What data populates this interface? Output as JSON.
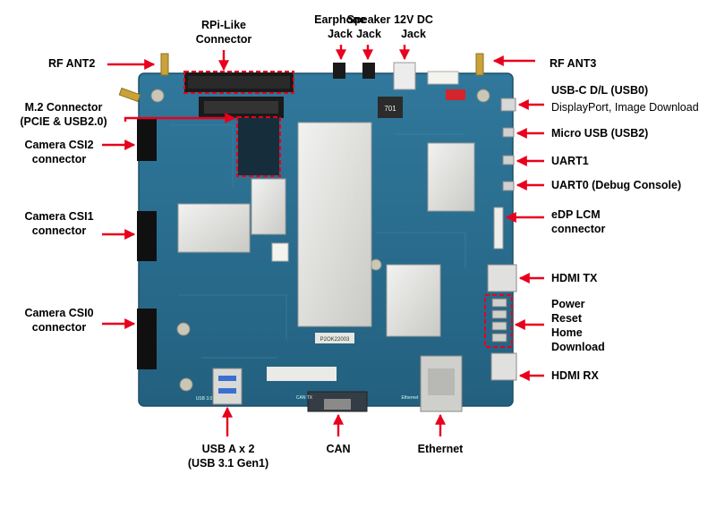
{
  "labels": {
    "rpi": [
      "RPi-Like",
      "Connector"
    ],
    "earphone": [
      "Earphone",
      "Jack"
    ],
    "speaker": [
      "Speaker",
      "Jack"
    ],
    "dc": [
      "12V DC",
      "Jack"
    ],
    "rf_ant2": "RF ANT2",
    "rf_ant3": "RF ANT3",
    "m2": [
      "M.2 Connector",
      "(PCIE & USB2.0)"
    ],
    "csi2": [
      "Camera CSI2",
      "connector"
    ],
    "csi1": [
      "Camera CSI1",
      "connector"
    ],
    "csi0": [
      "Camera CSI0",
      "connector"
    ],
    "usbc": [
      "USB-C D/L (USB0)",
      "DisplayPort, Image Download"
    ],
    "microusb": "Micro USB (USB2)",
    "uart1": "UART1",
    "uart0": "UART0 (Debug Console)",
    "edp": [
      "eDP LCM",
      "connector"
    ],
    "hdmi_tx": "HDMI TX",
    "buttons": [
      "Power",
      "Reset",
      "Home",
      "Download"
    ],
    "hdmi_rx": "HDMI RX",
    "usba": [
      "USB A x 2",
      "(USB 3.1 Gen1)"
    ],
    "can": "CAN",
    "ethernet": "Ethernet"
  },
  "board_text": {
    "chip": "701",
    "sticker": "P2OK22003",
    "usb_silk": "USB 3.0",
    "can_silk": "CAN TX",
    "eth_silk": "Ethernet"
  },
  "colors": {
    "board": "#2c6f94",
    "arrow": "#e8001c"
  }
}
